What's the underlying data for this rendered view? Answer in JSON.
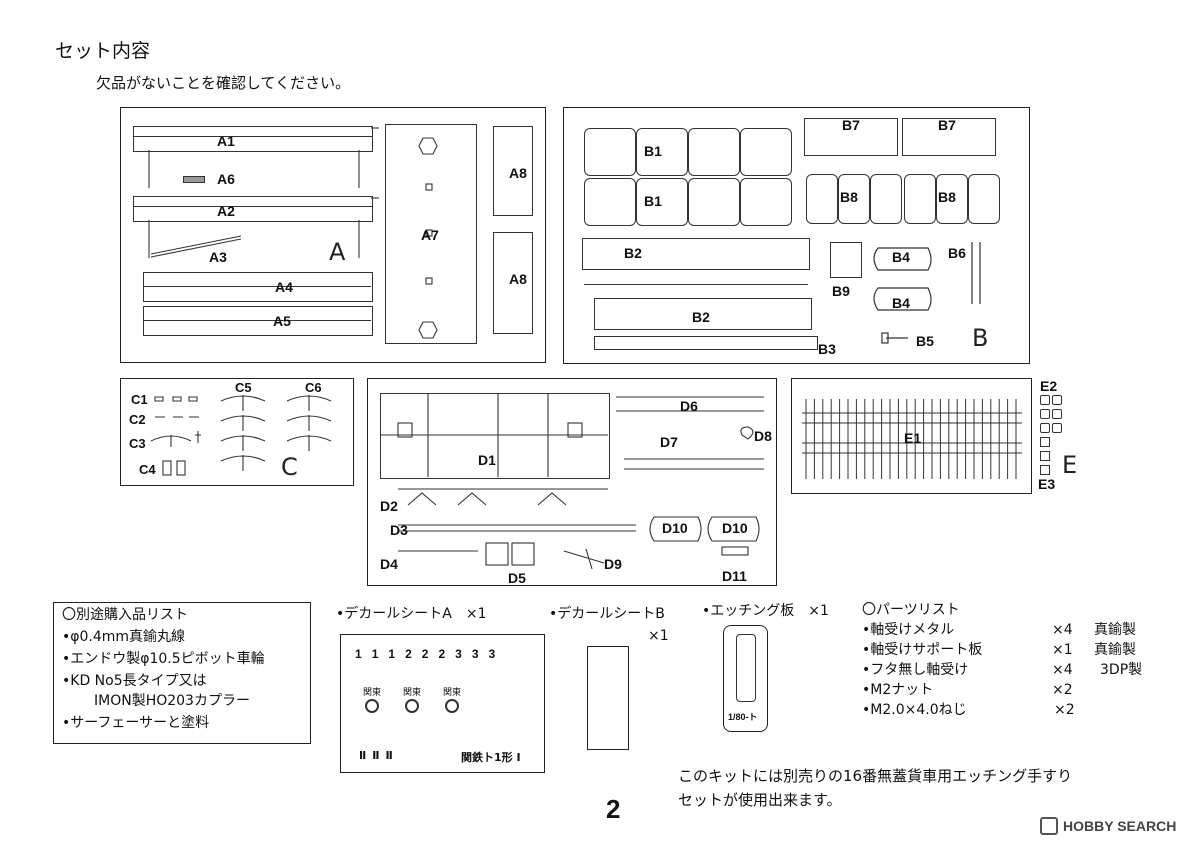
{
  "header": {
    "title": "セット内容",
    "subtitle": "欠品がないことを確認してください。"
  },
  "sheet_a": {
    "letter": "A",
    "labels": [
      "A1",
      "A2",
      "A3",
      "A4",
      "A5",
      "A6",
      "A7",
      "A8",
      "A8"
    ]
  },
  "sheet_b": {
    "letter": "B",
    "labels": [
      "B1",
      "B1",
      "B2",
      "B2",
      "B3",
      "B4",
      "B4",
      "B5",
      "B6",
      "B7",
      "B7",
      "B8",
      "B8",
      "B9"
    ]
  },
  "sheet_c": {
    "letter": "C",
    "labels": [
      "C1",
      "C2",
      "C3",
      "C4",
      "C5",
      "C6"
    ]
  },
  "sheet_d": {
    "labels": [
      "D1",
      "D2",
      "D3",
      "D4",
      "D5",
      "D6",
      "D7",
      "D8",
      "D9",
      "D10",
      "D10",
      "D11"
    ]
  },
  "sheet_e": {
    "letter": "E",
    "labels": [
      "E1",
      "E2",
      "E3"
    ]
  },
  "separate_list": {
    "title": "〇別途購入品リスト",
    "items": [
      "•φ0.4mm真鍮丸線",
      "•エンドウ製φ10.5ピボット車輪",
      "•KD No5長タイプ又は",
      "IMON製HO203カプラー",
      "•サーフェーサーと塗料"
    ]
  },
  "decal_a": {
    "title": "•デカールシートA　×1",
    "caption": "関鉄ト1形 I",
    "nums": [
      "1",
      "1",
      "1",
      "2",
      "2",
      "2",
      "3",
      "3",
      "3"
    ],
    "marks": [
      "関東",
      "関東",
      "関東"
    ]
  },
  "decal_b": {
    "title": "•デカールシートB",
    "count": "×1"
  },
  "etching": {
    "title": "•エッチング板　×1",
    "plate_text": "1/80-ト"
  },
  "parts_list": {
    "title": "〇パーツリスト",
    "items": [
      {
        "name": "•軸受けメタル",
        "qty": "×4",
        "material": "真鍮製"
      },
      {
        "name": "•軸受けサポート板",
        "qty": "×1",
        "material": "真鍮製"
      },
      {
        "name": "•フタ無し軸受け",
        "qty": "×4",
        "material": "3DP製"
      },
      {
        "name": "•M2ナット",
        "qty": "×2",
        "material": ""
      },
      {
        "name": "•M2.0×4.0ねじ",
        "qty": "×2",
        "material": ""
      }
    ]
  },
  "note": {
    "line1": "このキットには別売りの16番無蓋貨車用エッチング手すり",
    "line2": "セットが使用出来ます。"
  },
  "page_number": "2",
  "watermark": "HOBBY SEARCH"
}
